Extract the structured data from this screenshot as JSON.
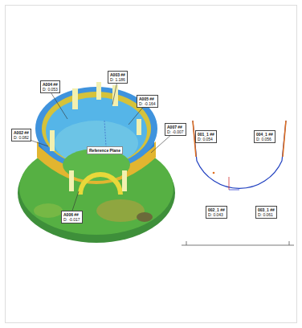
{
  "diagram": {
    "nodes": [
      {
        "text": [
          "A004 ##",
          "D: 0.053"
        ]
      },
      {
        "text": [
          "A003 ##",
          "D: 1.186"
        ]
      },
      {
        "text": [
          "A005 ##",
          "D: -0.164"
        ]
      },
      {
        "text": [
          "A007 ##",
          "D: -0.007"
        ]
      },
      {
        "text": [
          "A002 ##",
          "D: 0.082"
        ]
      },
      {
        "text": [
          "Reference Plane"
        ]
      },
      {
        "text": [
          "A006 ##",
          "D: -0.017"
        ]
      },
      {
        "text": [
          "001_1 ##",
          "D: 0.054"
        ]
      },
      {
        "text": [
          "004_1 ##",
          "D: 0.056"
        ]
      },
      {
        "text": [
          "002_1 ##",
          "D: 0.043"
        ]
      },
      {
        "text": [
          "003_1 ##",
          "D: 0.061"
        ]
      }
    ]
  }
}
